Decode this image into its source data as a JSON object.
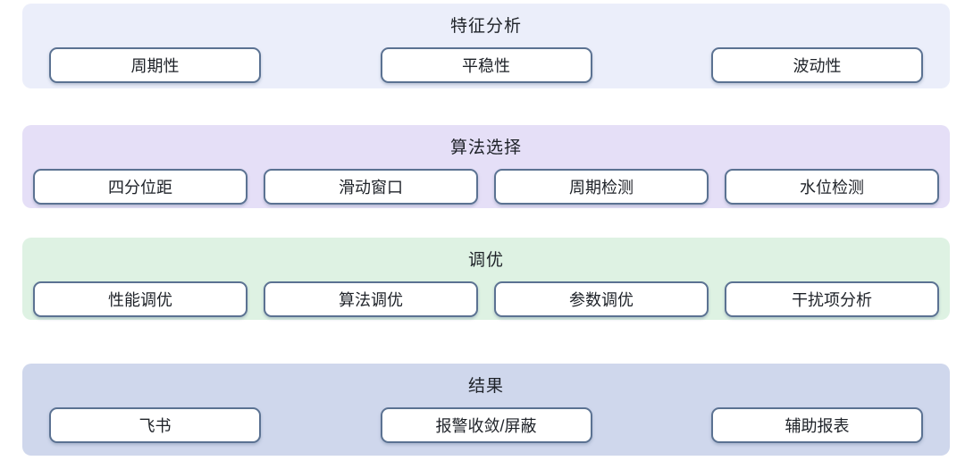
{
  "diagram": {
    "node_border_color": "#5b7292",
    "node_background": "#ffffff",
    "text_color": "#1e2228",
    "sections": [
      {
        "title": "特征分析",
        "background": "#ebeefa",
        "items": [
          "周期性",
          "平稳性",
          "波动性"
        ]
      },
      {
        "title": "算法选择",
        "background": "#e5dff7",
        "items": [
          "四分位距",
          "滑动窗口",
          "周期检测",
          "水位检测"
        ]
      },
      {
        "title": "调优",
        "background": "#def2e3",
        "items": [
          "性能调优",
          "算法调优",
          "参数调优",
          "干扰项分析"
        ]
      },
      {
        "title": "结果",
        "background": "#cfd7ec",
        "items": [
          "飞书",
          "报警收敛/屏蔽",
          "辅助报表"
        ]
      }
    ]
  }
}
